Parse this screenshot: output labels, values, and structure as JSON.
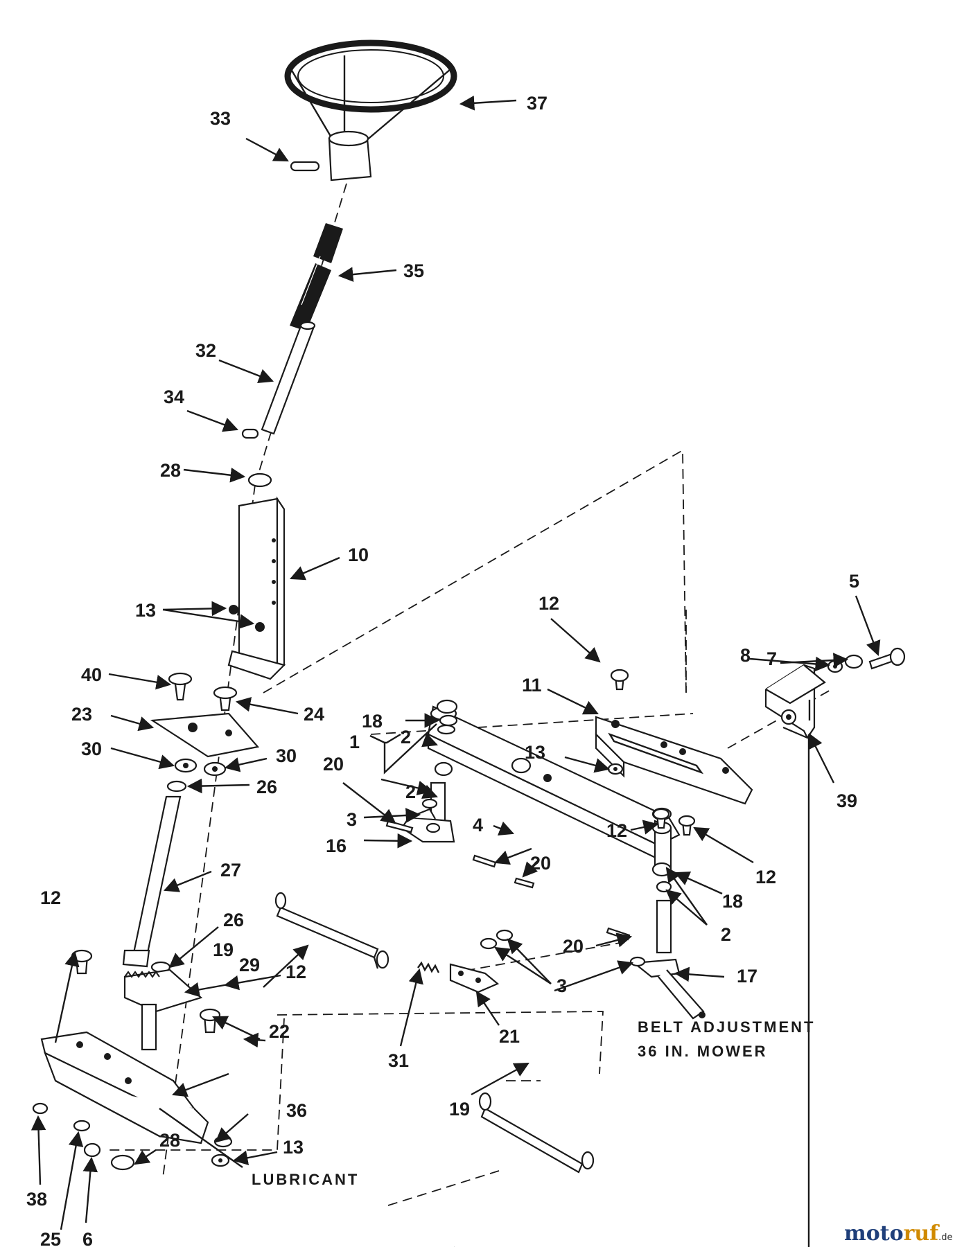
{
  "diagram": {
    "callouts": [
      "37",
      "33",
      "35",
      "32",
      "34",
      "28",
      "10",
      "13",
      "40",
      "24",
      "23",
      "30",
      "30",
      "26",
      "27",
      "12",
      "26",
      "19",
      "29",
      "12",
      "22",
      "38",
      "25",
      "6",
      "28",
      "36",
      "13",
      "18",
      "2",
      "1",
      "2",
      "20",
      "3",
      "4",
      "16",
      "20",
      "3",
      "31",
      "21",
      "19",
      "11",
      "13",
      "12",
      "12",
      "18",
      "12",
      "2",
      "20",
      "17",
      "5",
      "7",
      "8",
      "39"
    ],
    "notes": {
      "belt_line1": "BELT ADJUSTMENT",
      "belt_line2": "36 IN. MOWER",
      "lubricant": "LUBRICANT"
    }
  },
  "watermark": {
    "part1": "moto",
    "part2": "ruf",
    "part3": ".de"
  }
}
